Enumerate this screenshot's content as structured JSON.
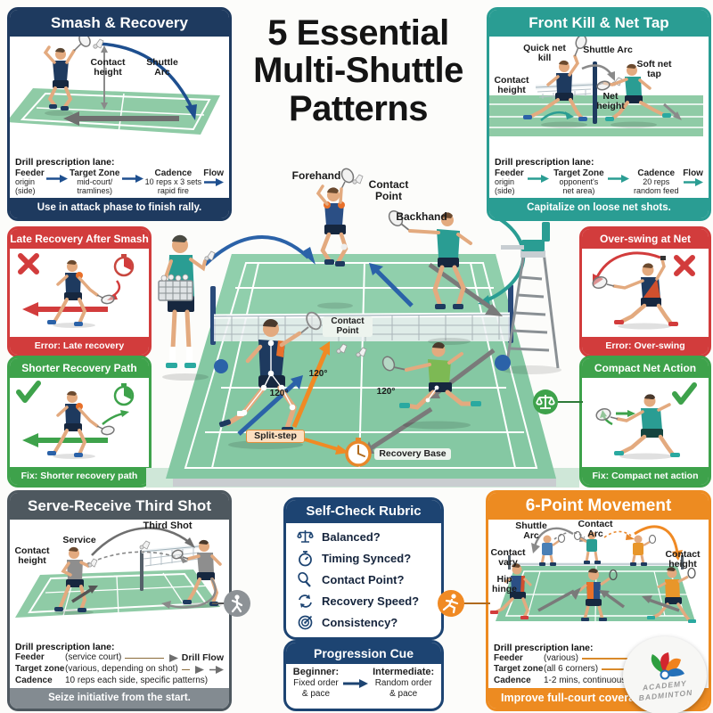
{
  "title": {
    "lines": [
      "5 Essential",
      "Multi-Shuttle",
      "Patterns"
    ]
  },
  "colors": {
    "navy": "#1e3a5f",
    "teal": "#2a9d93",
    "red": "#d23c3c",
    "green": "#3ea24b",
    "slate": "#4e585f",
    "rubric_blue": "#1d4472",
    "orange": "#ed8b21",
    "court_green": "#85c8a3",
    "arrow_blue": "#2b62a8",
    "arrow_gray": "#7a7a7a"
  },
  "smash": {
    "header": "Smash & Recovery",
    "contact_height": "Contact height",
    "shuttle_arc": "Shuttle Arc",
    "drill_title": "Drill prescription lane:",
    "cols": [
      {
        "head": "Feeder",
        "lines": [
          "origin",
          "(side)"
        ]
      },
      {
        "head": "Target Zone",
        "lines": [
          "mid-court/",
          "tramlines)"
        ]
      },
      {
        "head": "Cadence",
        "lines": [
          "10 reps x 3 sets",
          "rapid fire"
        ]
      },
      {
        "head": "Flow",
        "lines": [
          "",
          ""
        ]
      }
    ],
    "footer": "Use in attack phase to finish rally."
  },
  "frontkill": {
    "header": "Front Kill & Net Tap",
    "quick_net_kill": "Quick net kill",
    "shuttle_arc": "Shuttle Arc",
    "soft_net_tap": "Soft net tap",
    "contact_height": "Contact height",
    "net_height": "Net height",
    "drill_title": "Drill prescription lane:",
    "cols": [
      {
        "head": "Feeder",
        "lines": [
          "origin",
          "(side)"
        ]
      },
      {
        "head": "Target Zone",
        "lines": [
          "opponent's",
          "net area)"
        ]
      },
      {
        "head": "Cadence",
        "lines": [
          "20 reps",
          "random feed"
        ]
      },
      {
        "head": "Flow",
        "lines": [
          "",
          ""
        ]
      }
    ],
    "footer": "Capitalize on loose net shots."
  },
  "late": {
    "header": "Late Recovery After Smash",
    "footer": "Error: Late recovery"
  },
  "shorter": {
    "header": "Shorter Recovery Path",
    "footer": "Fix: Shorter recovery path"
  },
  "overswing": {
    "header": "Over-swing at Net",
    "footer": "Error: Over-swing"
  },
  "compact": {
    "header": "Compact Net Action",
    "footer": "Fix: Compact net action"
  },
  "court": {
    "forehand": "Forehand",
    "contact_point_top": "Contact Point",
    "backhand": "Backhand",
    "contact_point_mid": "Contact Point",
    "angle1": "120°",
    "angle2": "120°",
    "angle3": "120°",
    "split_step": "Split-step",
    "recovery_base": "Recovery Base"
  },
  "serve": {
    "header": "Serve-Receive Third Shot",
    "third_shot": "Third Shot",
    "service": "Service",
    "contact_height": "Contact height",
    "drill_title": "Drill prescription lane:",
    "rows": [
      {
        "label": "Feeder",
        "value": "(service court)"
      },
      {
        "label": "Target zone",
        "value": "(various, depending on shot)"
      },
      {
        "label": "Cadence",
        "value": "10 reps each side, specific patterns)"
      }
    ],
    "drill_flow": "Drill Flow",
    "footer": "Seize initiative from the start."
  },
  "rubric": {
    "header": "Self-Check Rubric",
    "items": [
      {
        "icon": "balance-scale-icon",
        "label": "Balanced?"
      },
      {
        "icon": "stopwatch-icon",
        "label": "Timing Synced?"
      },
      {
        "icon": "racket-icon",
        "label": "Contact Point?"
      },
      {
        "icon": "recovery-arrows-icon",
        "label": "Recovery Speed?"
      },
      {
        "icon": "target-icon",
        "label": "Consistency?"
      }
    ]
  },
  "progression": {
    "header": "Progression Cue",
    "beginner_head": "Beginner:",
    "beginner_lines": [
      "Fixed order",
      "& pace"
    ],
    "intermediate_head": "Intermediate:",
    "intermediate_lines": [
      "Random order",
      "& pace"
    ]
  },
  "sixpoint": {
    "header": "6-Point Movement",
    "shuttle_arc": "Shuttle Arc",
    "contact_arc": "Contact Arc",
    "contact_vary": "Contact vary",
    "contact_height": "Contact height",
    "hip_hinge": "Hip hinge",
    "drill_title": "Drill prescription lane:",
    "rows": [
      {
        "label": "Feeder",
        "value": "(various)"
      },
      {
        "label": "Target zone",
        "value": "(all 6 corners)"
      },
      {
        "label": "Cadence",
        "value": "1-2 mins, continuous)"
      }
    ],
    "footer": "Improve full-court coverage and s"
  },
  "logo": {
    "line1": "ACADEMY",
    "line2": "BADMINTON"
  }
}
